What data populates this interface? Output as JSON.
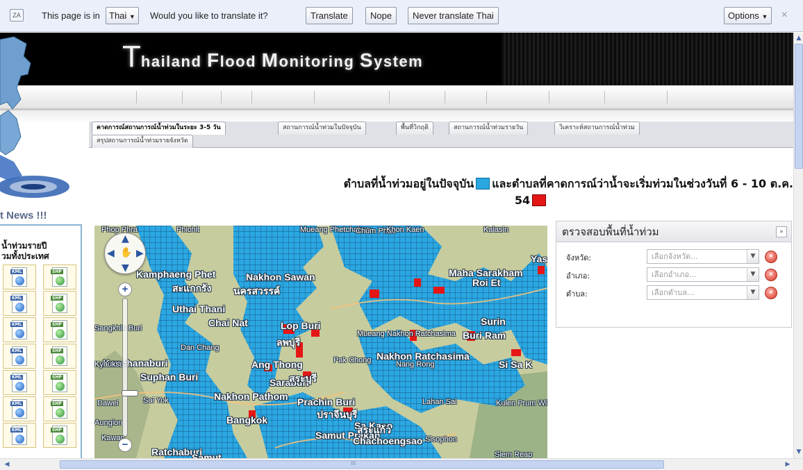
{
  "translate_bar": {
    "prefix": "This page is in",
    "language": "Thai",
    "question": "Would you like to translate it?",
    "translate_label": "Translate",
    "nope_label": "Nope",
    "never_label": "Never translate Thai",
    "options_label": "Options",
    "close_glyph": "×"
  },
  "banner": {
    "t1": "T",
    "r1": "hailand ",
    "t2": "F",
    "r2": "lood ",
    "t3": "M",
    "r3": "onitoring ",
    "t4": "S",
    "r4": "ystem"
  },
  "sidebar": {
    "news": "t News !!!",
    "panel_title_1": "น้ำท่วมรายปี",
    "panel_title_2": "วมทั้งประเทศ",
    "kml_tag": "KML",
    "shp_tag": "SHP"
  },
  "tabs": [
    {
      "label": "คาดการณ์สถานการณ์น้ำท่วมในระยะ 3-5 วัน"
    },
    {
      "label": "สถานการณ์น้ำท่วมในปัจจุบัน"
    },
    {
      "label": "พื้นที่วิกฤติ"
    },
    {
      "label": "สถานการณ์น้ำท่วมรายวัน"
    },
    {
      "label": "วิเคราะห์สถานการณ์น้ำท่วม"
    },
    {
      "label": "สรุปสถานการณ์น้ำท่วมรายจังหวัด"
    }
  ],
  "headline": {
    "part1": "ตำบลที่น้ำท่วมอยู่ในปัจจุบัน",
    "part2": "และตำบลที่คาดการณ์ว่าน้ำจะเริ่มท่วมในช่วงวันที่ 6 - 10 ต.ค.",
    "part3": "54",
    "current_color": "#2aa6e0",
    "forecast_color": "#e41616"
  },
  "map": {
    "labels": [
      "Phop Phra",
      "Phichit",
      "Mueang Phetchabun",
      "Chum Phae",
      "Khon Kaen",
      "Kalasin",
      "Yas",
      "Kamphaeng Phet",
      "Nakhon Sawan",
      "Maha Sarakham",
      "Roi Et",
      "Uthai Thani",
      "Chai Nat",
      "Lop Buri",
      "Mueang Nakhon Ratchasima",
      "Surin",
      "Sangkhla Buri",
      "Dan Chang",
      "Ang Thong",
      "Pak Chong",
      "Nakhon Ratchasima",
      "Nang Rong",
      "Buri Ram",
      "Si Sa K",
      "Kanchanaburi",
      "Suphan Buri",
      "Saraburi",
      "Lahan Sai",
      "Sai Yok",
      "Nakhon Pathom",
      "Prachin Buri",
      "Dawei",
      "Bangkok",
      "Sa Kaeo",
      "Kulen Prum Wildlife Sanct",
      "Kawan",
      "Samut Prakan",
      "Chachoengsao",
      "Sisophon",
      "Ratchaburi",
      "Samut",
      "Siem Reap",
      "Kyauksa",
      "Aunglon",
      "สะแกกรัง",
      "นครสวรรค์",
      "ลพบุรี",
      "สระบุรี",
      "ปราจีนบุรี",
      "สระแก้ว"
    ],
    "zoom_in": "+",
    "zoom_out": "−"
  },
  "search_panel": {
    "title": "ตรวจสอบพื้นที่น้ำท่วม",
    "collapse_glyph": "»",
    "rows": [
      {
        "label": "จังหวัด:",
        "placeholder": "เลือกจังหวัด..."
      },
      {
        "label": "อำเภอ:",
        "placeholder": "เลือกอำเภอ..."
      },
      {
        "label": "ตำบล:",
        "placeholder": "เลือกตำบล..."
      }
    ]
  },
  "scroll": {
    "up": "▲",
    "down": "▼",
    "left": "◀",
    "right": "▶",
    "grip": "III"
  }
}
